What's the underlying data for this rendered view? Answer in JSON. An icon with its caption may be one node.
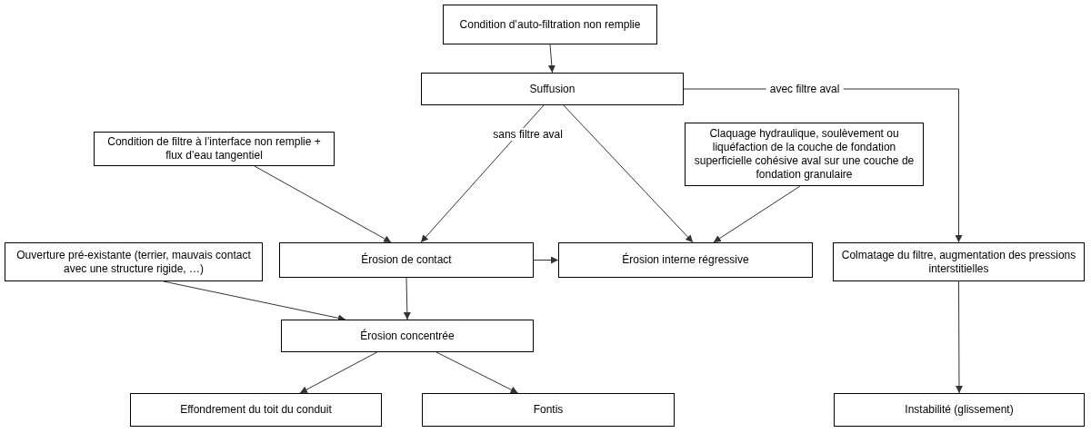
{
  "diagram": {
    "nodes": [
      {
        "text": [
          "Condition d’auto-filtration non remplie"
        ]
      },
      {
        "text": [
          "Suffusion"
        ]
      },
      {
        "text": [
          "Condition de filtre à l’interface non remplie + flux d’eau tangentiel"
        ]
      },
      {
        "text": [
          "Claquage hydraulique, soulèvement ou liquéfaction de la couche de fondation superficielle cohésive aval sur une couche de fondation granulaire"
        ]
      },
      {
        "text": [
          "Ouverture pré-existante (terrier, mauvais contact avec une structure rigide, …)"
        ]
      },
      {
        "text": [
          "Érosion de contact"
        ]
      },
      {
        "text": [
          "Érosion interne régressive"
        ]
      },
      {
        "text": [
          "Colmatage du filtre, augmentation des pressions interstitielles"
        ]
      },
      {
        "text": [
          "Érosion concentrée"
        ]
      },
      {
        "text": [
          "Effondrement du toit du conduit"
        ]
      },
      {
        "text": [
          "Fontis"
        ]
      },
      {
        "text": [
          "Instabilité (glissement)"
        ]
      }
    ],
    "edges": [
      {
        "from": 0,
        "to": 1,
        "arrow": "to"
      },
      {
        "from": 1,
        "to": 5,
        "arrow": "to",
        "label": "sans filtre aval"
      },
      {
        "from": 1,
        "to": 6,
        "arrow": "to"
      },
      {
        "from": 1,
        "to": 7,
        "arrow": "to",
        "label": "avec filtre aval"
      },
      {
        "from": 2,
        "to": 5,
        "arrow": "to"
      },
      {
        "from": 3,
        "to": 6,
        "arrow": "to"
      },
      {
        "from": 4,
        "to": 8,
        "arrow": "to"
      },
      {
        "from": 5,
        "to": 6,
        "arrow": "to"
      },
      {
        "from": 5,
        "to": 8,
        "arrow": "to"
      },
      {
        "from": 8,
        "to": 9,
        "arrow": "to"
      },
      {
        "from": 8,
        "to": 10,
        "arrow": "to"
      },
      {
        "from": 7,
        "to": 11,
        "arrow": "to"
      }
    ]
  }
}
